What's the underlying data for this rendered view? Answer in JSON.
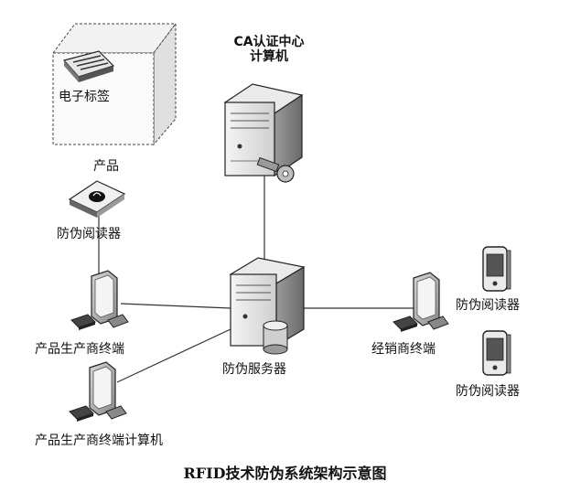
{
  "caption": "RFID技术防伪系统架构示意图",
  "nodes": {
    "ca_center": {
      "line1": "CA认证中心",
      "line2": "计算机"
    },
    "e_tag": "电子标签",
    "product": "产品",
    "reader_top_left": "防伪阅读器",
    "producer_terminal": "产品生产商终端",
    "producer_computer": "产品生产商终端计算机",
    "server": "防伪服务器",
    "dealer_terminal": "经销商终端",
    "reader_right_1": "防伪阅读器",
    "reader_right_2": "防伪阅读器"
  }
}
